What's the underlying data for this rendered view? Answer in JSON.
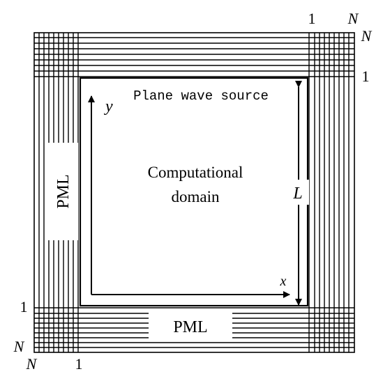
{
  "diagram": {
    "source_label": "Plane wave source",
    "domain_line1": "Computational",
    "domain_line2": "domain",
    "pml_left": "PML",
    "pml_bottom": "PML",
    "x_label": "x",
    "y_label": "y",
    "length_label": "L",
    "index_one_top": "1",
    "index_N_top": "N",
    "index_N_right": "N",
    "index_one_right": "1",
    "index_one_left": "1",
    "index_N_left": "N",
    "index_N_bottom": "N",
    "index_one_bottom": "1"
  },
  "colors": {
    "line": "#000000",
    "background": "#ffffff"
  }
}
